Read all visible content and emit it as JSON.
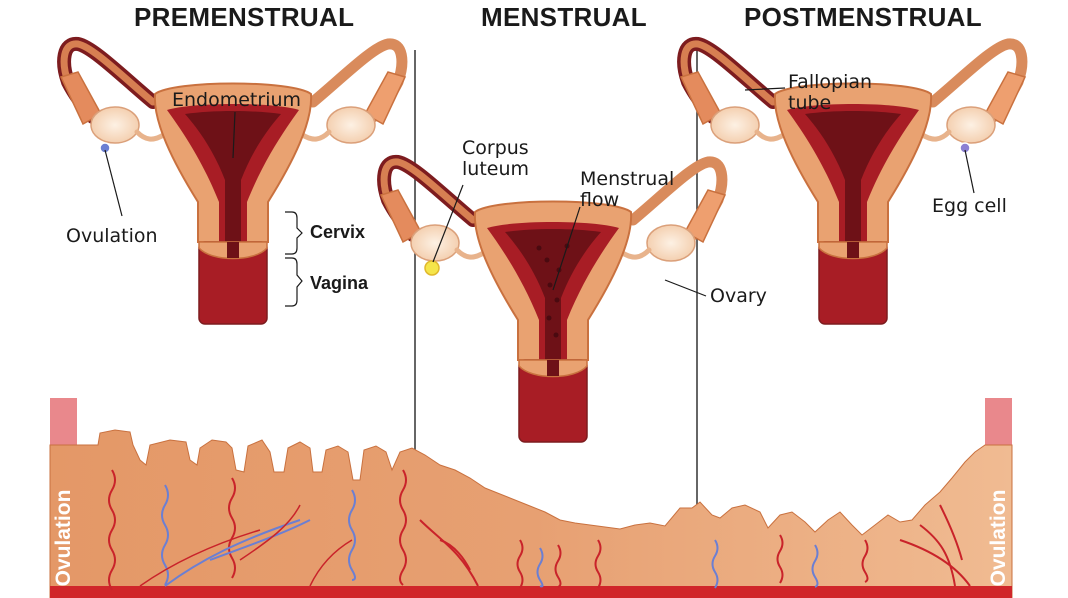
{
  "phases": {
    "premenstrual": "PREMENSTRUAL",
    "menstrual": "MENSTRUAL",
    "postmenstrual": "POSTMENSTRUAL"
  },
  "labels": {
    "endometrium": "Endometrium",
    "ovulation": "Ovulation",
    "cervix": "Cervix",
    "vagina": "Vagina",
    "corpus_luteum_line1": "Corpus",
    "corpus_luteum_line2": "luteum",
    "menstrual_flow_line1": "Menstrual",
    "menstrual_flow_line2": "flow",
    "fallopian_line1": "Fallopian",
    "fallopian_line2": "tube",
    "egg_cell": "Egg cell",
    "ovary": "Ovary"
  },
  "bars": {
    "left": "Ovulation",
    "right": "Ovulation"
  },
  "colors": {
    "tissue": "#e9a271",
    "tissue_dark": "#c9713f",
    "tissue_light": "#f2c29a",
    "lining": "#a81d25",
    "cavity": "#5a0e14",
    "artery": "#d0262a",
    "vein": "#6b7fd3",
    "ovulation_bar": "#e9888c"
  }
}
